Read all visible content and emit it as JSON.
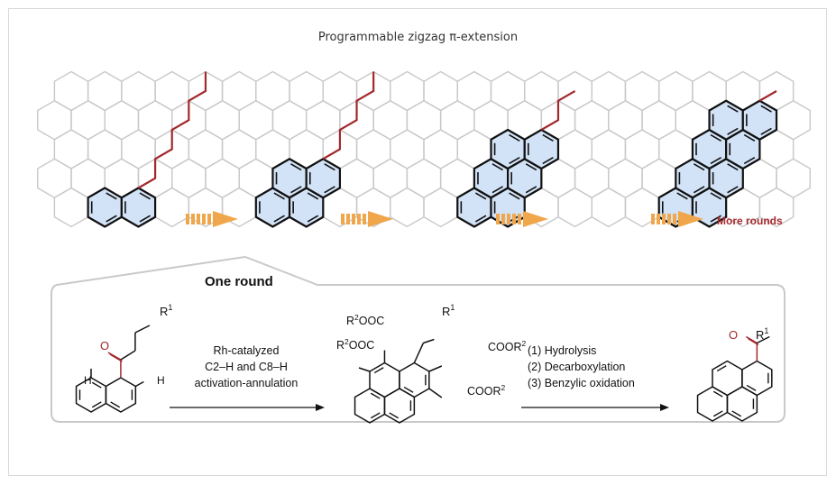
{
  "figure": {
    "title": "Programmable zigzag π-extension",
    "more_rounds": "More rounds",
    "one_round": "One round",
    "step1_line1": "Rh-catalyzed",
    "step1_line2": "C2–H and C8–H",
    "step1_line3": "activation-annulation",
    "step2_line1": "(1) Hydrolysis",
    "step2_line2": "(2) Decarboxylation",
    "step2_line3": "(3) Benzylic oxidation",
    "label_r1": "R",
    "sup_1": "1",
    "label_h": "H",
    "label_o": "O",
    "label_r2ooc": "R",
    "label_r2ooc_tail": "OOC",
    "label_coor2": "COOR",
    "sup_2": "2"
  },
  "colors": {
    "grid": "#c8c8c8",
    "bond": "#111111",
    "highlight": "#a3292d",
    "fill": "#d3e3f7",
    "arrow": "#f0a64a",
    "panel_border": "#c9c9c9"
  }
}
